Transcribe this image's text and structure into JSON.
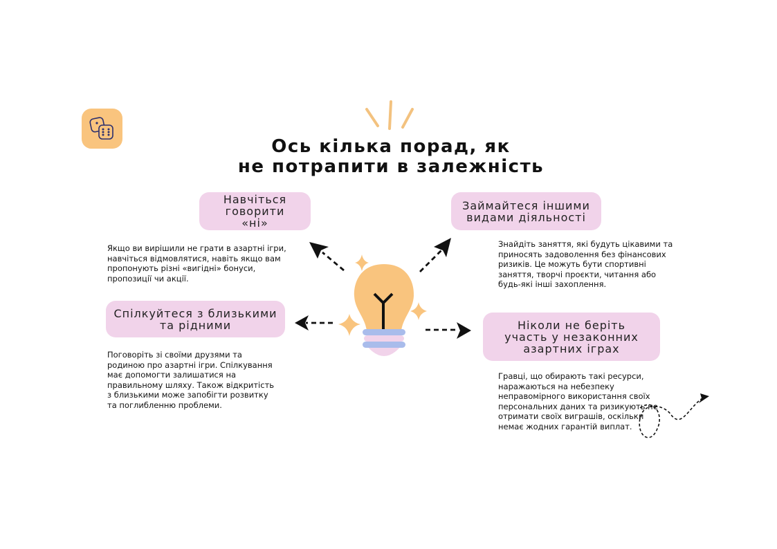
{
  "title": {
    "line1": "Ось кілька порад, як",
    "line2": "не потрапити в залежність"
  },
  "tips": [
    {
      "heading": "Навчіться говорити «ні»",
      "text": "Якщо ви вирішили не грати в азартні ігри, навчіться відмовлятися, навіть якщо вам пропонують різні «вигідні» бонуси, пропозиції чи акції."
    },
    {
      "heading": "Займайтеся іншими видами діяльності",
      "text": "Знайдіть заняття, які будуть цікавими та приносять задоволення без фінансових ризиків. Це можуть бути спортивні заняття, творчі проєкти, читання або будь-які інші захоплення."
    },
    {
      "heading": "Спілкуйтеся з близькими та рідними",
      "text": "Поговоріть зі своїми друзями та родиною про азартні ігри. Спілкування має допомогти залишатися на правильному шляху. Також відкритість з близькими може запобігти розвитку та поглибленню проблеми."
    },
    {
      "heading": "Ніколи не беріть участь у незаконних азартних іграх",
      "text": "Гравці, що обирають такі ресурси, наражаються на небезпеку неправомірного використання своїх персональних даних та ризикують не отримати своїх виграшів, оскільки немає жодних гарантій виплат."
    }
  ],
  "colors": {
    "box_pink": "#F1D3EA",
    "accent_orange": "#F9C47E",
    "bulb_blue": "#A9BCEB"
  },
  "icons": [
    "dice-icon",
    "lightbulb-icon",
    "sparkle-icon",
    "arrow-icon",
    "squiggle-arrow-icon"
  ]
}
